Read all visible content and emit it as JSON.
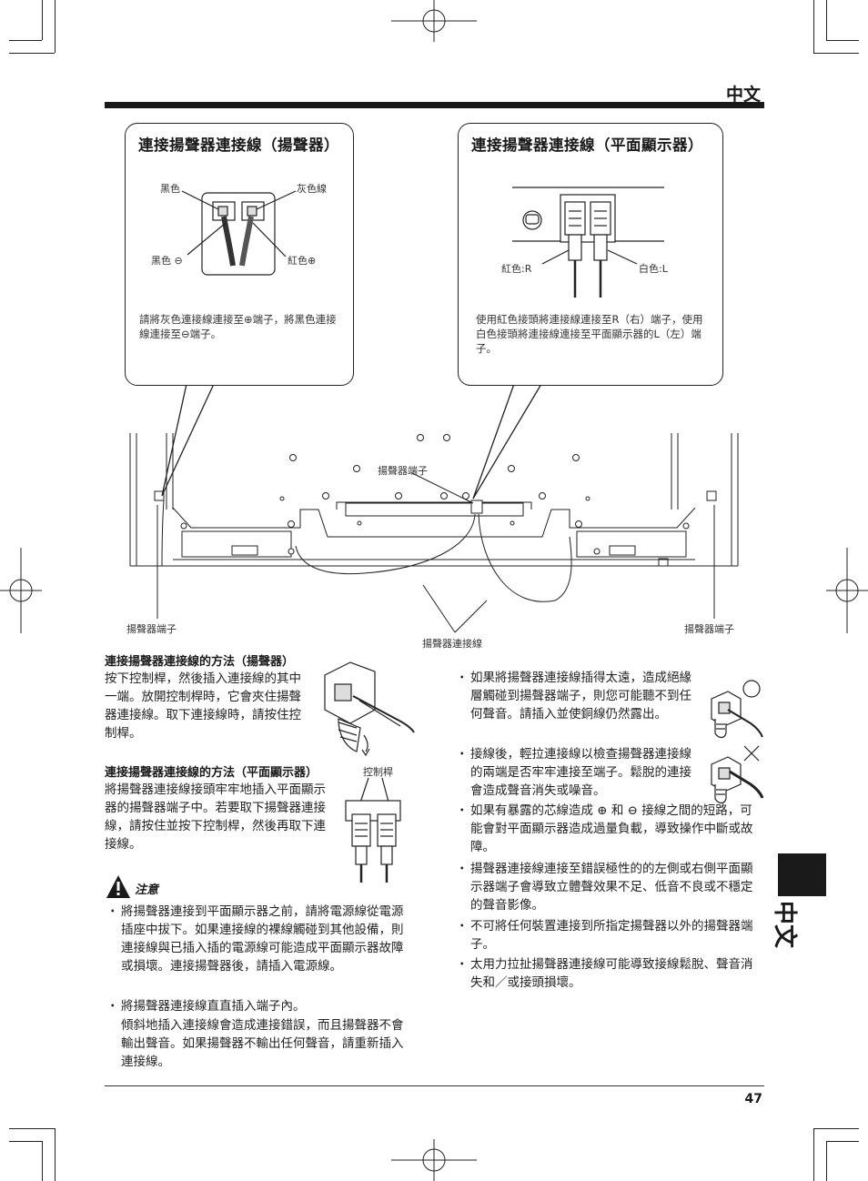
{
  "header": {
    "language_label": "中文"
  },
  "callout_left": {
    "title": "連接揚聲器連接線（揚聲器）",
    "label_black_top": "黑色",
    "label_gray": "灰色線",
    "label_black_minus": "黑色 ⊖",
    "label_red_plus": "紅色⊕",
    "note": "請將灰色連接線連接至⊕端子，將黑色連接線連接至⊖端子。"
  },
  "callout_right": {
    "title": "連接揚聲器連接線（平面顯示器）",
    "label_red": "紅色:R",
    "label_white": "白色:L",
    "note": "使用紅色接頭將連接線連接至R（右）端子，使用白色接頭將連接線連接至平面顯示器的L（左）端子。"
  },
  "diagram": {
    "speaker_terminal_center": "揚聲器端子",
    "speaker_terminal_left": "揚聲器端子",
    "speaker_terminal_right": "揚聲器端子",
    "speaker_cable": "揚聲器連接線"
  },
  "section_speaker": {
    "heading": "連接揚聲器連接線的方法（揚聲器）",
    "body": "按下控制桿，然後插入連接線的其中一端。放開控制桿時，它會夾住揚聲器連接線。取下連接線時，請按住控制桿。"
  },
  "section_display": {
    "heading": "連接揚聲器連接線的方法（平面顯示器）",
    "lever_label": "控制桿",
    "body": "將揚聲器連接線接頭牢牢地插入平面顯示器的揚聲器端子中。若要取下揚聲器連接線，請按住並按下控制桿，然後再取下連接線。"
  },
  "caution": {
    "title": "注意",
    "items": [
      "將揚聲器連接到平面顯示器之前，請將電源線從電源插座中拔下。如果連接線的裸線觸碰到其他設備，則連接線與已插入插的電源線可能造成平面顯示器故障或損壞。連接揚聲器後，請插入電源線。",
      "將揚聲器連接線直直插入端子內。",
      "傾斜地插入連接線會造成連接錯誤，而且揚聲器不會輸出聲音。如果揚聲器不輸出任何聲音，請重新插入連接線。"
    ]
  },
  "right_bullets": [
    "如果將揚聲器連接線插得太遠，造成絕緣層觸碰到揚聲器端子，則您可能聽不到任何聲音。請插入並使銅線仍然露出。",
    "接線後，輕拉連接線以檢查揚聲器連接線的兩端是否牢牢連接至端子。鬆脫的連接會造成聲音消失或噪音。",
    "如果有暴露的芯線造成 ⊕ 和 ⊖ 接線之間的短路，可能會對平面顯示器造成過量負載，導致操作中斷或故障。",
    "揚聲器連接線連接至錯誤極性的的左側或右側平面顯示器端子會導致立體聲效果不足、低音不良或不穩定的聲音影像。",
    "不可將任何裝置連接到所指定揚聲器以外的揚聲器端子。",
    "太用力拉扯揚聲器連接線可能導致接線鬆脫、聲音消失和／或接頭損壞。"
  ],
  "side_tab": {
    "label": "中文"
  },
  "footer": {
    "page_number": "47"
  }
}
